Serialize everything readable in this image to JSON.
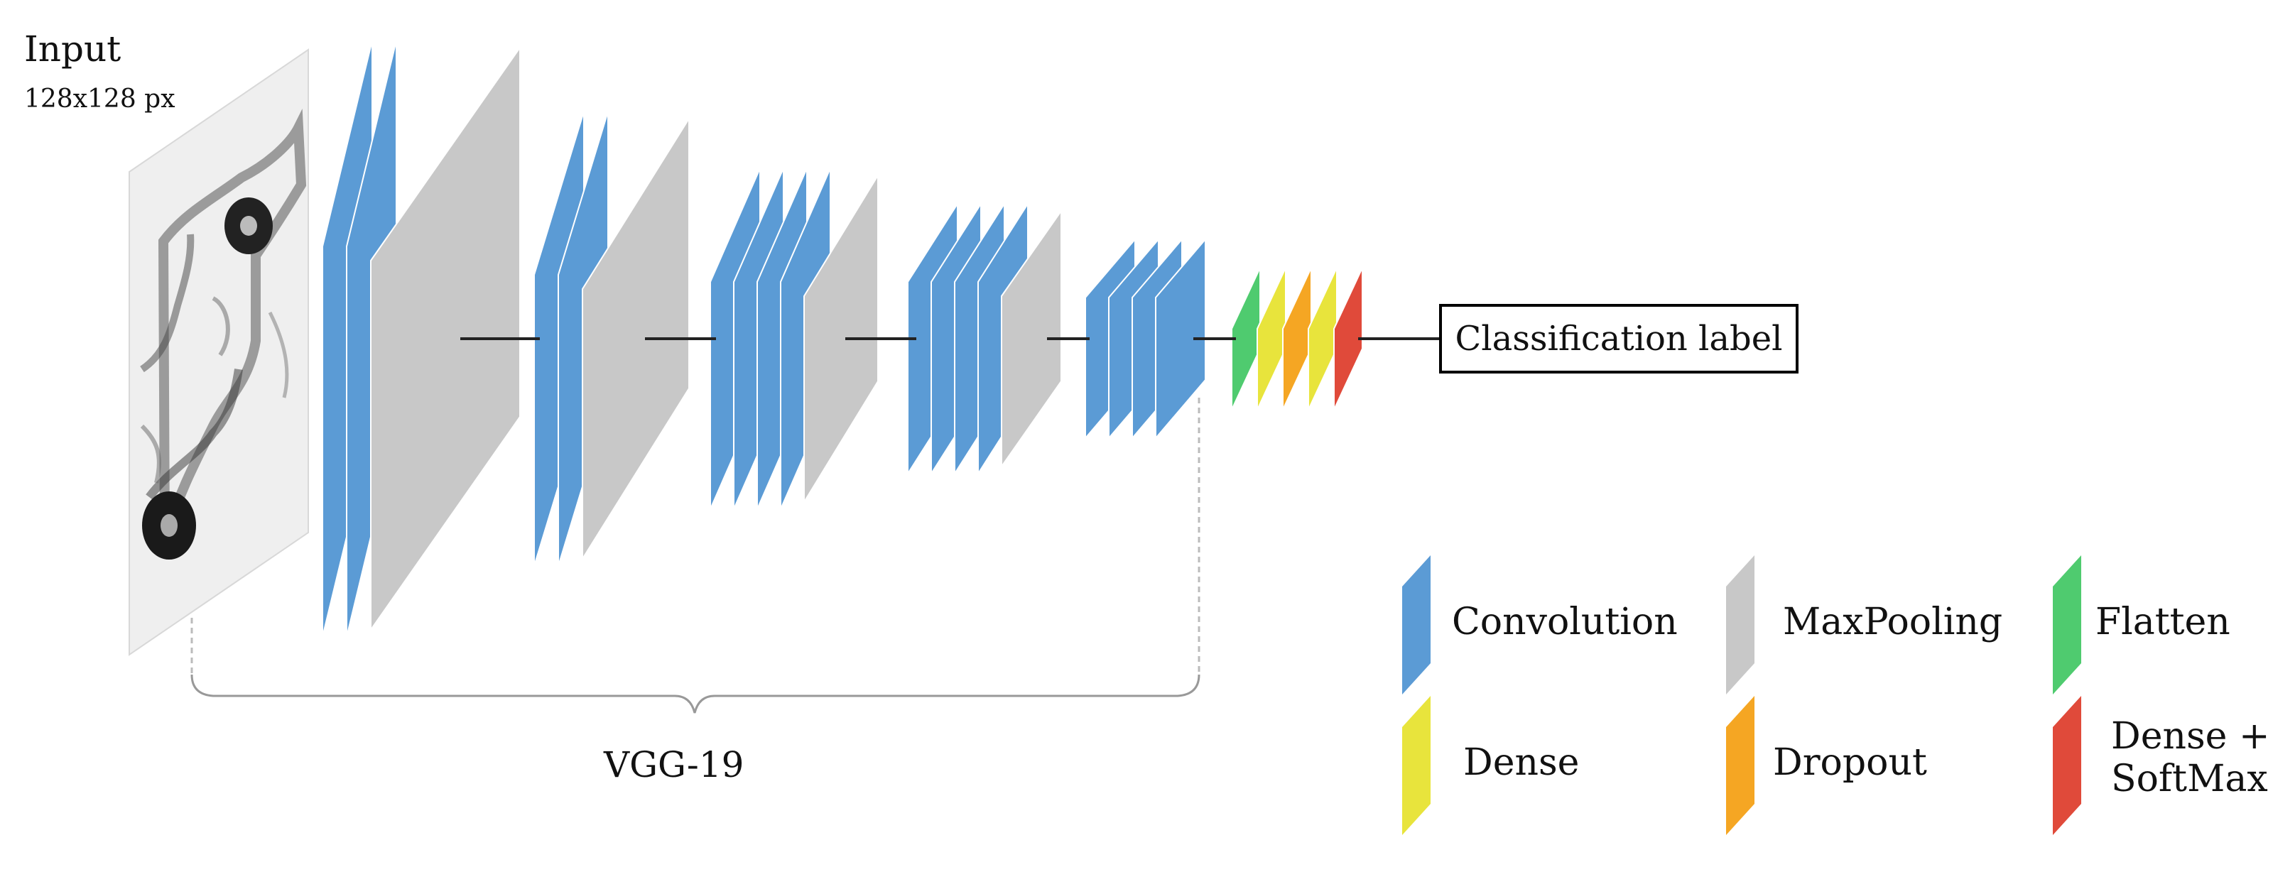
{
  "input": {
    "title": "Input",
    "size": "128x128 px"
  },
  "output": {
    "label": "Classification label"
  },
  "bracket": {
    "label": "VGG-19"
  },
  "colors": {
    "convolution": "#5b9bd5",
    "maxpooling": "#c8c8c8",
    "flatten": "#4fcb6f",
    "dense": "#e8e43c",
    "dropout": "#f5a623",
    "dense_softmax": "#e04a3a"
  },
  "legend": {
    "convolution": "Convolution",
    "maxpooling": "MaxPooling",
    "flatten": "Flatten",
    "dense": "Dense",
    "dropout": "Dropout",
    "dense_softmax_line1": "Dense +",
    "dense_softmax_line2": "SoftMax"
  },
  "blocks": [
    {
      "conv_layers": 2,
      "pool": true
    },
    {
      "conv_layers": 2,
      "pool": true
    },
    {
      "conv_layers": 4,
      "pool": true
    },
    {
      "conv_layers": 4,
      "pool": true
    },
    {
      "conv_layers": 4,
      "pool": false
    }
  ],
  "head": [
    "flatten",
    "dense",
    "dropout",
    "dense",
    "dense_softmax"
  ]
}
